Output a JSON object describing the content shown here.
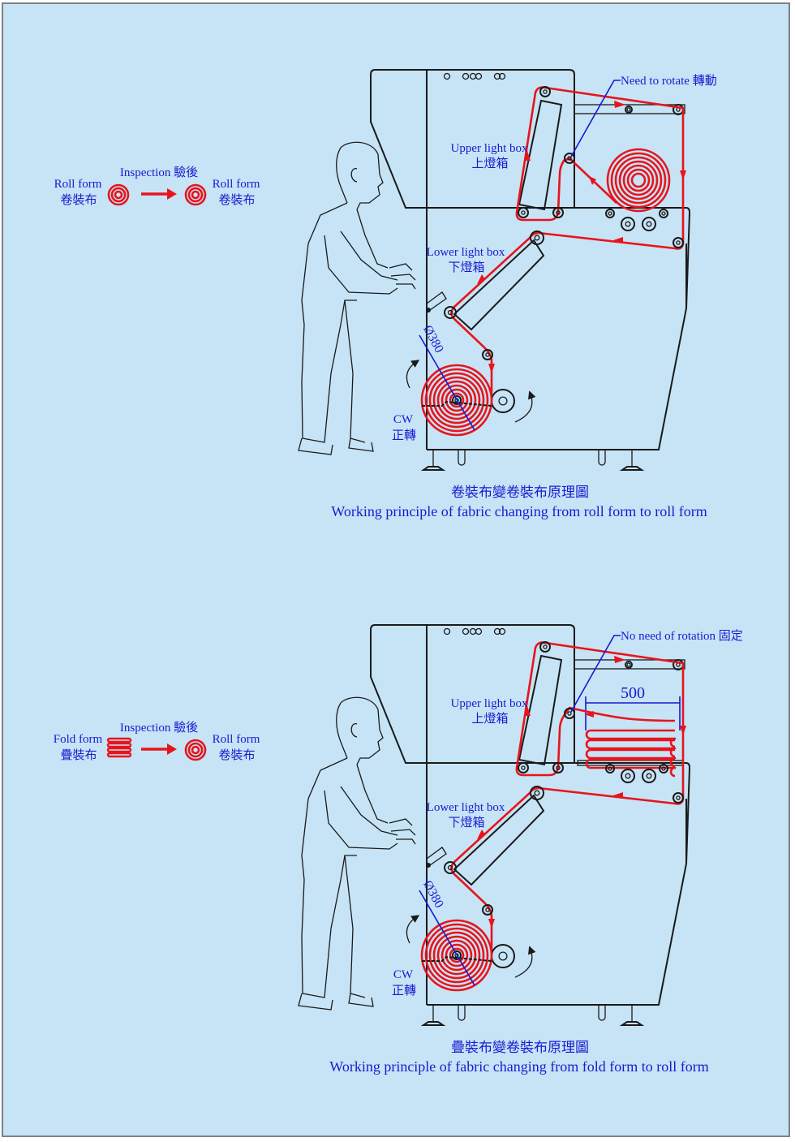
{
  "colors": {
    "background": "#c6e4f6",
    "fabric": "#e8141b",
    "label": "#1a1ad0",
    "line": "#1a1a1a",
    "border": "#7d8186"
  },
  "diagrams": [
    {
      "flow": {
        "from_label_en": "Roll form",
        "from_label_zh": "卷裝布",
        "from_icon": "roll-icon",
        "process_label": "Inspection 驗後",
        "to_label_en": "Roll form",
        "to_label_zh": "卷裝布",
        "to_icon": "roll-icon"
      },
      "callout": "Need to rotate 轉動",
      "upper_light_box_en": "Upper light box",
      "upper_light_box_zh": "上燈箱",
      "lower_light_box_en": "Lower light box",
      "lower_light_box_zh": "下燈箱",
      "diameter_label": "Ø380",
      "rotation_en": "CW",
      "rotation_zh": "正轉",
      "feed_form": "roll",
      "caption_zh": "卷裝布變卷裝布原理圖",
      "caption_en": "Working principle of fabric changing from roll form to roll form"
    },
    {
      "flow": {
        "from_label_en": "Fold form",
        "from_label_zh": "疊裝布",
        "from_icon": "folded-stack-icon",
        "process_label": "Inspection 驗後",
        "to_label_en": "Roll form",
        "to_label_zh": "卷裝布",
        "to_icon": "roll-icon"
      },
      "callout": "No need of rotation 固定",
      "dimension_label": "500",
      "upper_light_box_en": "Upper light box",
      "upper_light_box_zh": "上燈箱",
      "lower_light_box_en": "Lower light box",
      "lower_light_box_zh": "下燈箱",
      "diameter_label": "Ø380",
      "rotation_en": "CW",
      "rotation_zh": "正轉",
      "feed_form": "fold",
      "caption_zh": "疊裝布變卷裝布原理圖",
      "caption_en": "Working principle of fabric changing from fold form to roll form"
    }
  ]
}
